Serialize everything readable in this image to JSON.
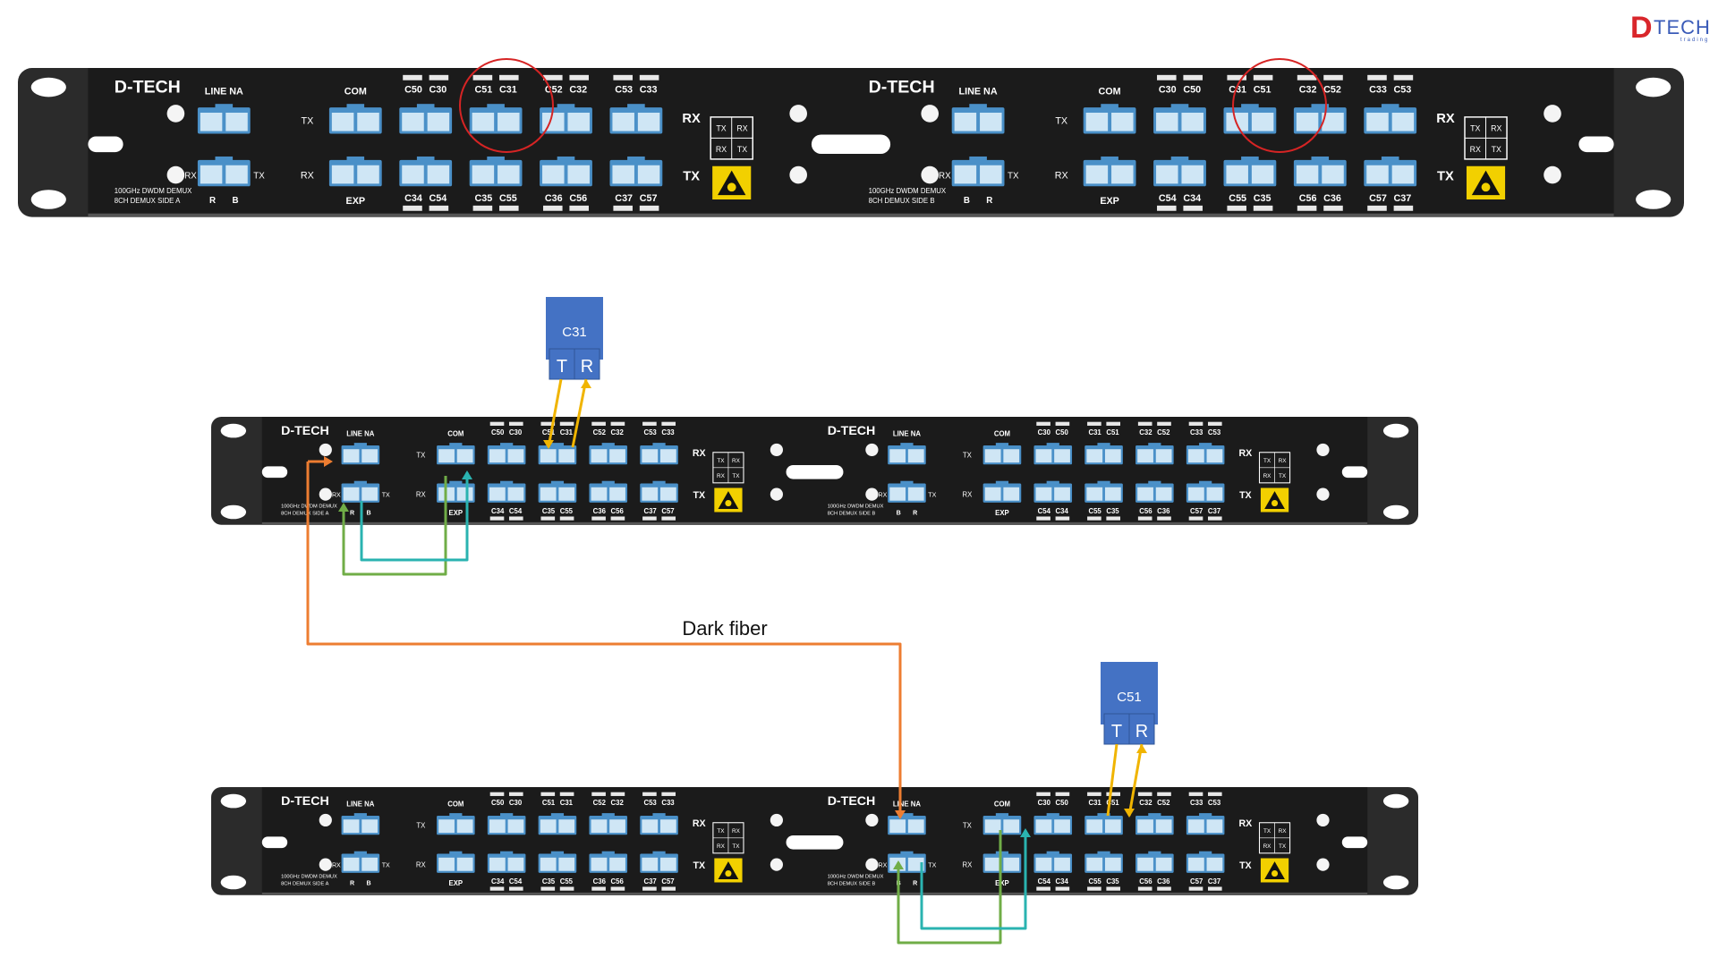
{
  "logo": {
    "mark": "D",
    "text": "TECH",
    "sub": "trading"
  },
  "panel": {
    "brand": "D-TECH",
    "line_label": "LINE NA",
    "com_label": "COM",
    "exp_label": "EXP",
    "tx": "TX",
    "rx": "RX",
    "r": "R",
    "b": "B",
    "sideA": {
      "model": "100GHz DWDM DEMUX",
      "desc": "8CH DEMUX SIDE A",
      "line_bottom": [
        "R",
        "B"
      ],
      "top_pairs": [
        [
          "C50",
          "C30"
        ],
        [
          "C51",
          "C31"
        ],
        [
          "C52",
          "C32"
        ],
        [
          "C53",
          "C33"
        ]
      ],
      "bottom_pairs": [
        [
          "C34",
          "C54"
        ],
        [
          "C35",
          "C55"
        ],
        [
          "C36",
          "C56"
        ],
        [
          "C37",
          "C57"
        ]
      ]
    },
    "sideB": {
      "model": "100GHz DWDM DEMUX",
      "desc": "8CH DEMUX SIDE B",
      "line_bottom": [
        "B",
        "R"
      ],
      "top_pairs": [
        [
          "C30",
          "C50"
        ],
        [
          "C31",
          "C51"
        ],
        [
          "C32",
          "C52"
        ],
        [
          "C33",
          "C53"
        ]
      ],
      "bottom_pairs": [
        [
          "C54",
          "C34"
        ],
        [
          "C55",
          "C35"
        ],
        [
          "C56",
          "C36"
        ],
        [
          "C57",
          "C37"
        ]
      ]
    },
    "box": {
      "tl": "TX",
      "tr": "RX",
      "bl": "RX",
      "br": "TX"
    }
  },
  "transceivers": [
    {
      "label": "C31",
      "t": "T",
      "r": "R"
    },
    {
      "label": "C51",
      "t": "T",
      "r": "R"
    }
  ],
  "dark_fiber_label": "Dark fiber",
  "colors": {
    "panel": "#1b1b1b",
    "ear": "#2b2b2b",
    "port": "#cfe6f5",
    "port_dark": "#4a90c8",
    "highlight": "#d62424",
    "transceiver": "#4472c4",
    "orange": "#ed7d31",
    "yellow": "#f0b400",
    "green": "#70ad47",
    "teal": "#2ab3b0",
    "warning": "#f2d000"
  }
}
